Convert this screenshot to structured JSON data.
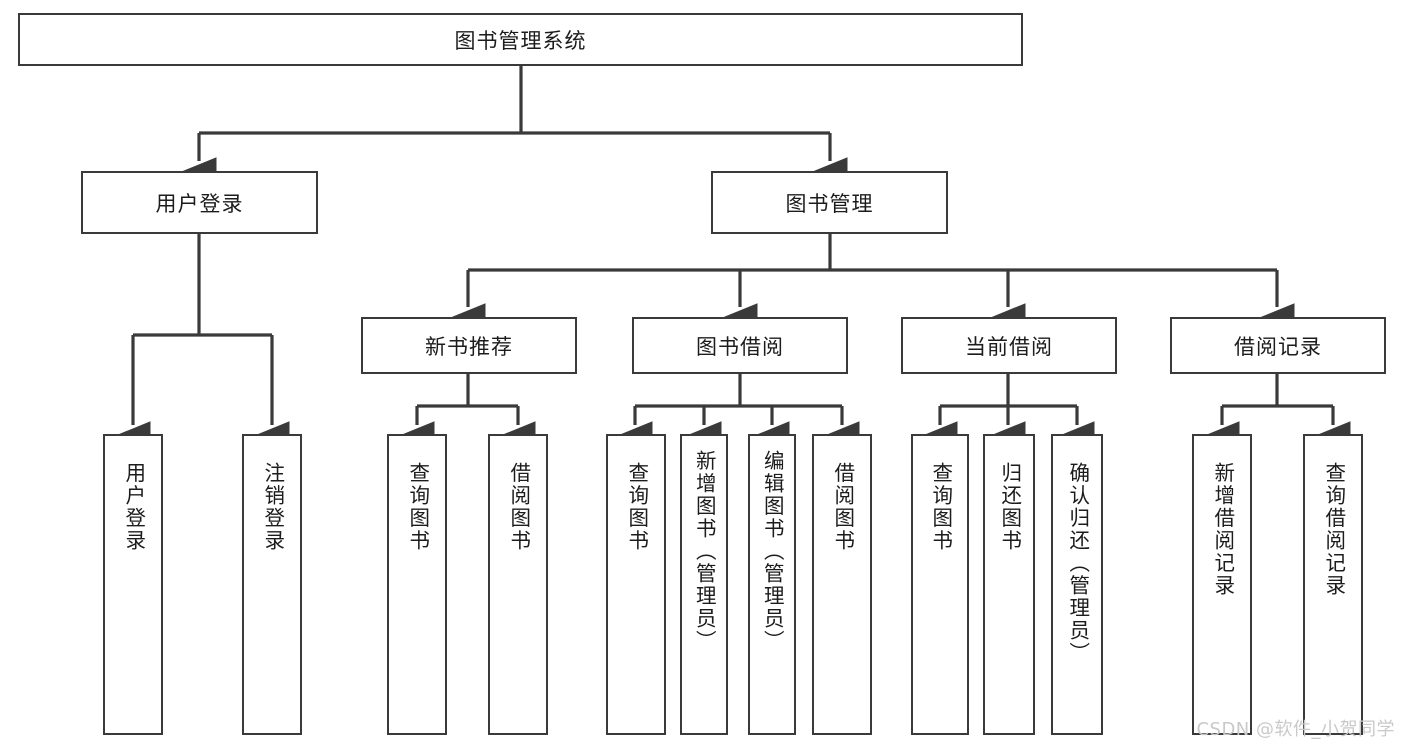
{
  "diagram": {
    "title": "图书管理系统",
    "type": "tree-hierarchy",
    "line_color": "#3a3a3a",
    "box_fill": "#ffffff",
    "text_color": "#1c1c1c",
    "root": {
      "id": "root",
      "label": "图书管理系统"
    },
    "level2": [
      {
        "id": "user-login",
        "label": "用户登录"
      },
      {
        "id": "book-manage",
        "label": "图书管理"
      }
    ],
    "level3": [
      {
        "id": "new-book-rec",
        "label": "新书推荐",
        "parent": "book-manage"
      },
      {
        "id": "book-borrow",
        "label": "图书借阅",
        "parent": "book-manage"
      },
      {
        "id": "current-borrow",
        "label": "当前借阅",
        "parent": "book-manage"
      },
      {
        "id": "borrow-record",
        "label": "借阅记录",
        "parent": "book-manage"
      }
    ],
    "leaves": [
      {
        "id": "leaf-user-login",
        "label": "用户登录",
        "parent": "user-login"
      },
      {
        "id": "leaf-logout",
        "label": "注销登录",
        "parent": "user-login"
      },
      {
        "id": "leaf-query-book-1",
        "label": "查询图书",
        "parent": "new-book-rec"
      },
      {
        "id": "leaf-borrow-book-1",
        "label": "借阅图书",
        "parent": "new-book-rec"
      },
      {
        "id": "leaf-query-book-2",
        "label": "查询图书",
        "parent": "book-borrow"
      },
      {
        "id": "leaf-add-book",
        "label": "新增图书（管理员）",
        "parent": "book-borrow"
      },
      {
        "id": "leaf-edit-book",
        "label": "编辑图书（管理员）",
        "parent": "book-borrow"
      },
      {
        "id": "leaf-borrow-book-2",
        "label": "借阅图书",
        "parent": "book-borrow"
      },
      {
        "id": "leaf-query-book-3",
        "label": "查询图书",
        "parent": "current-borrow"
      },
      {
        "id": "leaf-return-book",
        "label": "归还图书",
        "parent": "current-borrow"
      },
      {
        "id": "leaf-confirm-return",
        "label": "确认归还（管理员）",
        "parent": "current-borrow"
      },
      {
        "id": "leaf-add-record",
        "label": "新增借阅记录",
        "parent": "borrow-record"
      },
      {
        "id": "leaf-query-record",
        "label": "查询借阅记录",
        "parent": "borrow-record"
      }
    ]
  },
  "watermark": {
    "text": "CSDN @软件_小贺同学"
  }
}
